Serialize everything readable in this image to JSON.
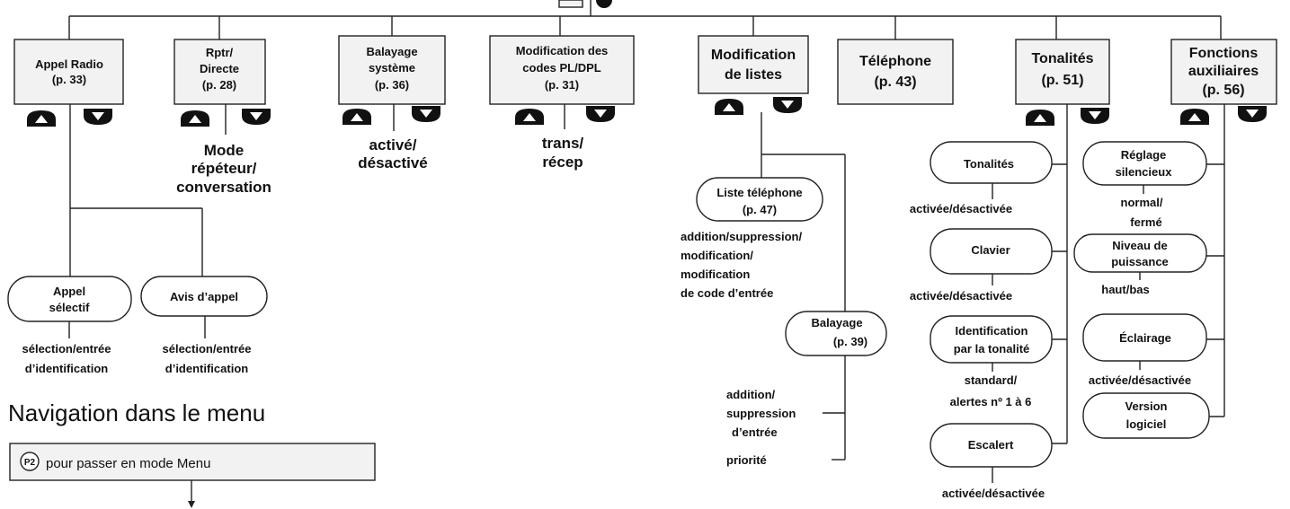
{
  "menu_items": {
    "appel_radio": {
      "line1": "Appel Radio",
      "line2": "(p. 33)"
    },
    "rptr": {
      "line1": "Rptr/",
      "line2": "Directe",
      "line3": "(p. 28)"
    },
    "rptr_sub": {
      "line1": "Mode",
      "line2": "répéteur/",
      "line3": "conversation"
    },
    "balayage_systeme": {
      "line1": "Balayage",
      "line2": "système",
      "line3": "(p. 36)"
    },
    "balayage_sub": {
      "line1": "activé/",
      "line2": "désactivé"
    },
    "codes": {
      "line1": "Modification des",
      "line2": "codes PL/DPL",
      "line3": "(p. 31)"
    },
    "codes_sub": {
      "line1": "trans/",
      "line2": "récep"
    },
    "listes": {
      "line1": "Modification",
      "line2": "de listes"
    },
    "telephone": {
      "line1": "Téléphone",
      "line2": "(p. 43)"
    },
    "tonalites": {
      "line1": "Tonalités",
      "line2": "(p. 51)"
    },
    "auxiliaires": {
      "line1": "Fonctions",
      "line2": "auxiliaires",
      "line3": "(p. 56)"
    }
  },
  "appel_radio_sub": {
    "selectif": {
      "line1": "Appel",
      "line2": "sélectif"
    },
    "selectif_opt": {
      "line1": "sélection/entrée",
      "line2": "d’identification"
    },
    "avis": {
      "label": "Avis d’appel"
    },
    "avis_opt": {
      "line1": "sélection/entrée",
      "line2": "d’identification"
    }
  },
  "listes_sub": {
    "liste_tel": {
      "line1": "Liste téléphone",
      "line2": "(p. 47)"
    },
    "liste_tel_opt": {
      "line1": "addition/suppression/",
      "line2": "modification/",
      "line3": "modification",
      "line4": "de code d’entrée"
    },
    "balayage": {
      "line1": "Balayage",
      "line2": "(p. 39)"
    },
    "balayage_opt": {
      "line1": "addition/",
      "line2": "suppression",
      "line3": "d’entrée",
      "line4": "priorité"
    }
  },
  "tonalites_sub": {
    "tonalites": {
      "label": "Tonalités",
      "opt": "activée/désactivée"
    },
    "clavier": {
      "label": "Clavier",
      "opt": "activée/désactivée"
    },
    "identification": {
      "line1": "Identification",
      "line2": "par la tonalité",
      "opt1": "standard/",
      "opt2": "alertes nº 1 à 6"
    },
    "escalert": {
      "label": "Escalert",
      "opt": "activée/désactivée"
    }
  },
  "auxiliaires_sub": {
    "reglage": {
      "line1": "Réglage",
      "line2": "silencieux",
      "opt1": "normal/",
      "opt2": "fermé"
    },
    "niveau": {
      "line1": "Niveau de",
      "line2": "puissance",
      "opt": "haut/bas"
    },
    "eclairage": {
      "label": "Éclairage",
      "opt": "activée/désactivée"
    },
    "version": {
      "line1": "Version",
      "line2": "logiciel"
    }
  },
  "navigation": {
    "title": "Navigation dans le menu",
    "key_label": "P2",
    "instruction": "pour passer en mode Menu"
  }
}
